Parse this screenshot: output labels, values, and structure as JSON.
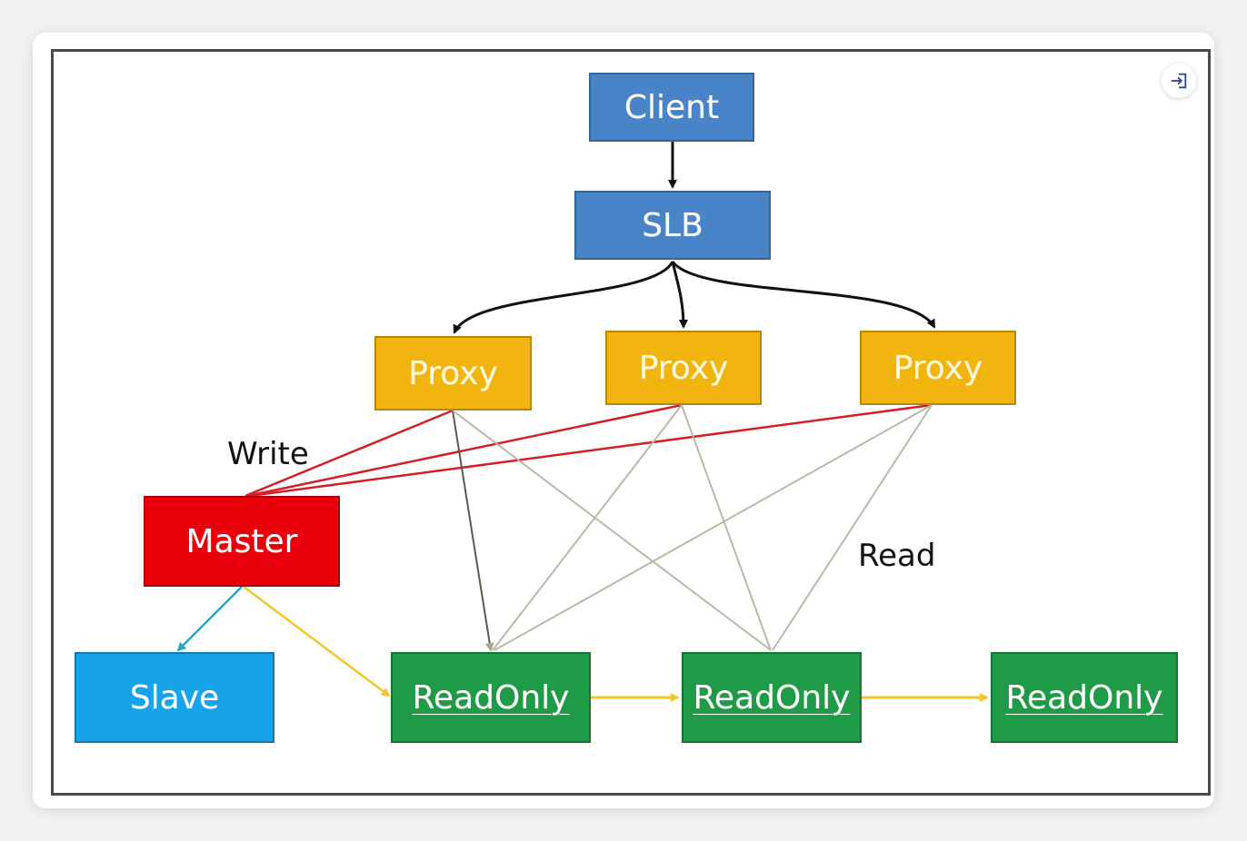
{
  "nodes": {
    "client": "Client",
    "slb": "SLB",
    "proxy_1": "Proxy",
    "proxy_2": "Proxy",
    "proxy_3": "Proxy",
    "master": "Master",
    "slave": "Slave",
    "readonly_1": "ReadOnly",
    "readonly_2": "ReadOnly",
    "readonly_3": "ReadOnly"
  },
  "labels": {
    "write": "Write",
    "read": "Read"
  },
  "icons": {
    "exit": "exit-to-right-icon"
  },
  "colors": {
    "client_slb": "#4a84c8",
    "proxy": "#f2b50f",
    "master": "#e8000b",
    "slave": "#17a3e8",
    "readonly": "#1f9a46",
    "write_edge": "#d0202a",
    "read_edge": "#b9b9a6",
    "replication_edge": "#f3c629",
    "slave_edge": "#2aa6c0"
  }
}
